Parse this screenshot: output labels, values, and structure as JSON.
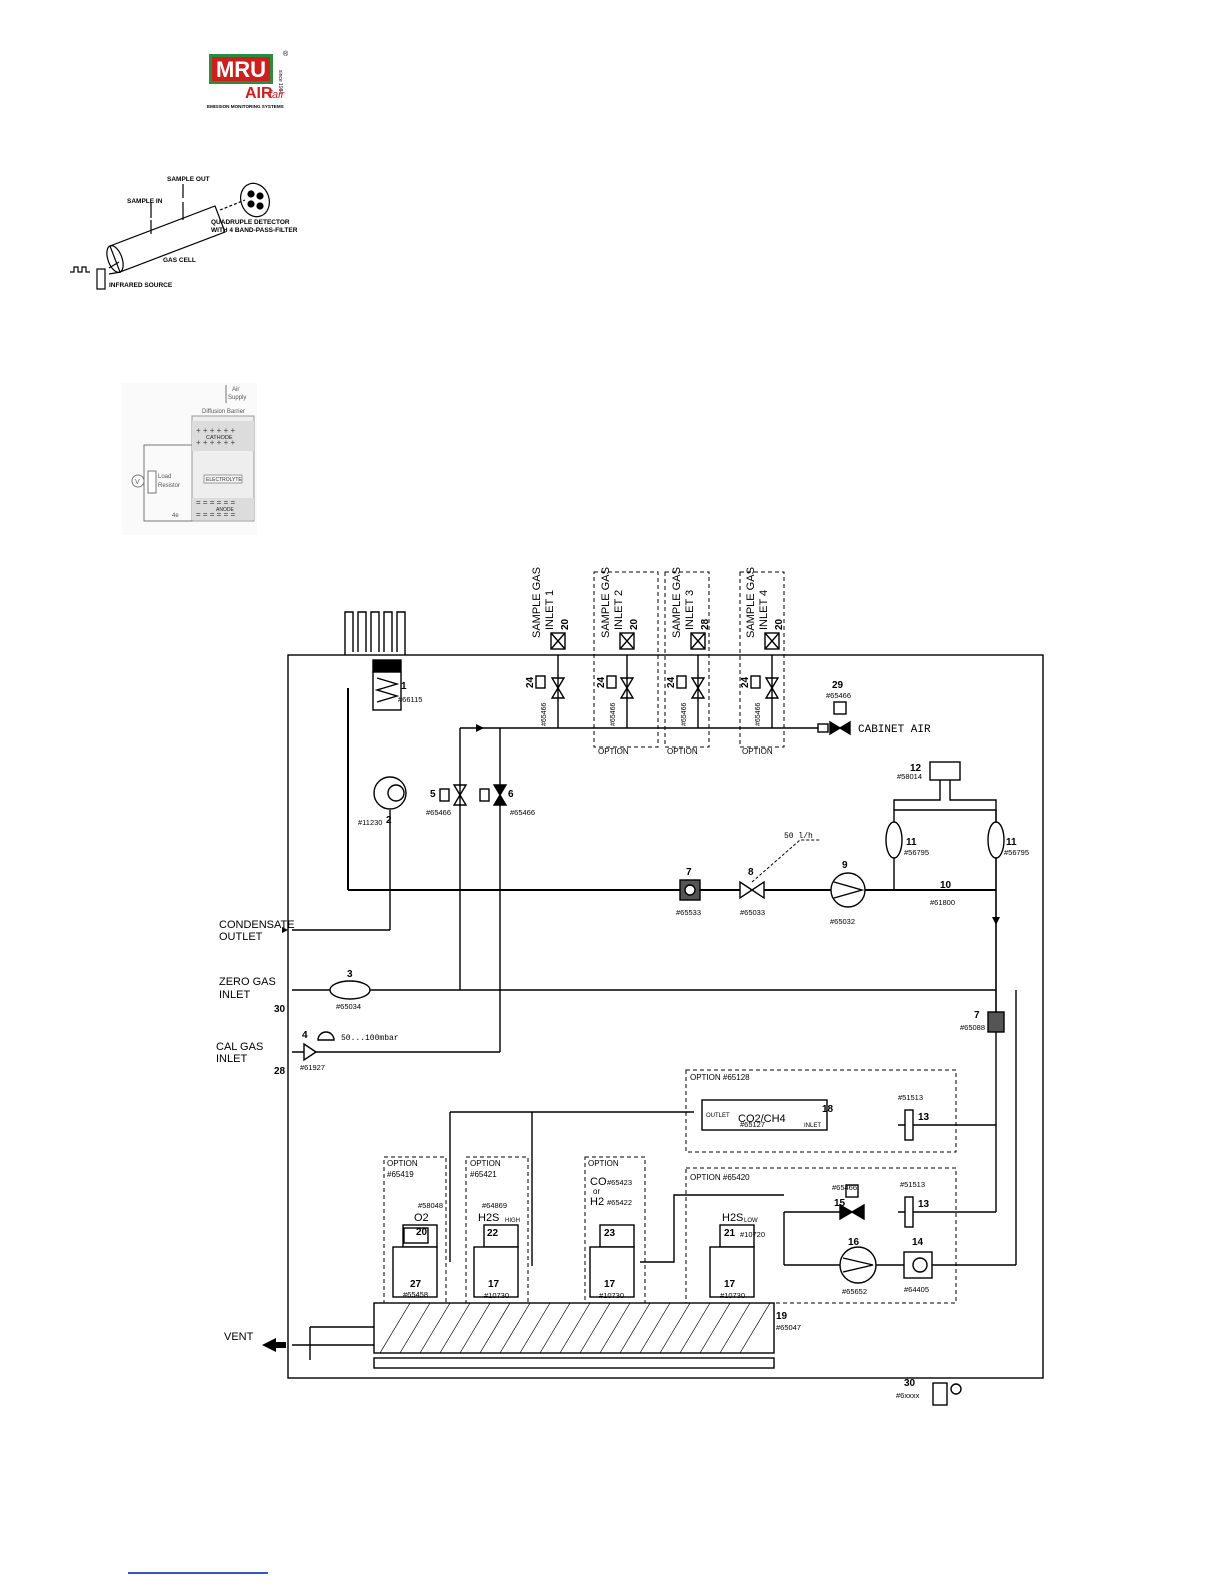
{
  "logo": {
    "brand": "MRU",
    "sub": "AIR",
    "script": "fair",
    "since": "since 1984",
    "reg": "®",
    "tagline": "EMISSION MONITORING SYSTEMS"
  },
  "ir_figure": {
    "sample_out": "SAMPLE OUT",
    "sample_in": "SAMPLE IN",
    "detector_l1": "QUADRUPLE DETECTOR",
    "detector_l2": "WITH 4 BAND-PASS-FILTER",
    "gas_cell": "GAS CELL",
    "source": "INFRARED SOURCE"
  },
  "ec_figure": {
    "air": "Air",
    "supply": "Supply",
    "barrier": "Diffusion Barrier",
    "cathode": "CATHODE",
    "electrolyte": "ELECTROLYTE",
    "anode": "ANODE",
    "load1": "Load",
    "load2": "Resistor",
    "v": "V",
    "electrons": "4e"
  },
  "inlets": [
    {
      "title": "SAMPLE GAS",
      "sub": "INLET 1",
      "num": "20",
      "valve": "24",
      "part": "#65466"
    },
    {
      "title": "SAMPLE GAS",
      "sub": "INLET 2",
      "num": "20",
      "valve": "24",
      "part": "#65466",
      "option": "OPTION"
    },
    {
      "title": "SAMPLE GAS",
      "sub": "INLET 3",
      "num": "28",
      "valve": "24",
      "part": "#65466",
      "option": "OPTION"
    },
    {
      "title": "SAMPLE GAS",
      "sub": "INLET 4",
      "num": "20",
      "valve": "24",
      "part": "#65466",
      "option": "OPTION"
    }
  ],
  "labels": {
    "c1": "1",
    "c1p": "#66115",
    "c2": "2",
    "c2p": "#11230",
    "c3": "3",
    "c3p": "#65034",
    "c4": "4",
    "c4p": "#61927",
    "c4r": "50...100mbar",
    "c5": "5",
    "c5p": "#65466",
    "c6": "6",
    "c6p": "#65466",
    "c7": "7",
    "c7p": "#65533",
    "c7b": "7",
    "c7bp": "#65088",
    "c8": "8",
    "c8p": "#65033",
    "flow": "50 l/h",
    "c9": "9",
    "c9p": "#65032",
    "c10": "10",
    "c10p": "#61800",
    "c11": "11",
    "c11p": "#56795",
    "c11b": "11",
    "c11bp": "#56795",
    "c12": "12",
    "c12p": "#58014",
    "c29": "29",
    "c29p": "#65466",
    "cabinet": "CABINET AIR",
    "condensate1": "CONDENSATE",
    "condensate2": "OUTLET",
    "zero1": "ZERO GAS",
    "zero2": "INLET",
    "cal1": "CAL GAS",
    "cal2": "INLET",
    "n30": "30",
    "n28": "28",
    "vent": "VENT",
    "opt_co2_title": "OPTION #65128",
    "co2_name": "CO2/CH4",
    "co2_part": "#65127",
    "outlet": "OUTLET",
    "inlet": "INLET",
    "c18": "18",
    "c13": "13",
    "c13p": "#51513",
    "opt_o2_1": "OPTION",
    "opt_o2_2": "#65419",
    "o2_part": "#58048",
    "o2_name": "O2",
    "c20": "20",
    "c27": "27",
    "c27p": "#65458",
    "opt_h2s_1": "OPTION",
    "opt_h2s_2": "#65421",
    "h2s_part": "#64869",
    "h2s_name": "H2S",
    "h2s_high": "HIGH",
    "c22": "22",
    "c17": "17",
    "c17p": "#10730",
    "opt_co_1": "OPTION",
    "co_name": "CO",
    "co_part": "#65423",
    "or": "or",
    "h2_name": "H2",
    "h2_part": "#65422",
    "c23": "23",
    "opt_low_title": "OPTION #65420",
    "h2sl_name": "H2S",
    "h2sl_low": "LOW",
    "c21": "21",
    "c21p": "#10720",
    "c15": "15",
    "c15p": "#65466",
    "c13b": "13",
    "c13bp": "#51513",
    "c16": "16",
    "c16p": "#65652",
    "c14": "14",
    "c14p": "#64405",
    "c19": "19",
    "c19p": "#65047",
    "c30b": "30",
    "c30bp": "#6xxxx"
  }
}
